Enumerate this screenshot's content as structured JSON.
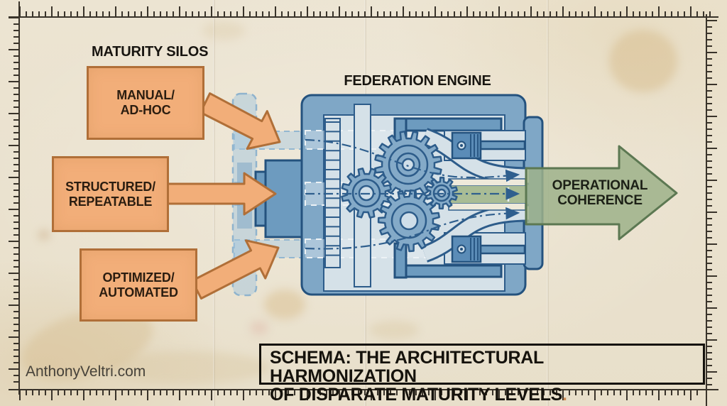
{
  "header": {
    "silos_heading": "MATURITY SILOS",
    "engine_label": "FEDERATION ENGINE"
  },
  "silos": [
    {
      "line1": "MANUAL/",
      "line2": "AD-HOC"
    },
    {
      "line1": "STRUCTURED/",
      "line2": "REPEATABLE"
    },
    {
      "line1": "OPTIMIZED/",
      "line2": "AUTOMATED"
    }
  ],
  "output": {
    "line1": "OPERATIONAL",
    "line2": "COHERENCE"
  },
  "title": {
    "line1": "SCHEMA: THE ARCHITECTURAL HARMONIZATION",
    "line2": "OF DISPARATE MATURITY LEVELS",
    "period": "."
  },
  "attribution": "AnthonyVeltri.com",
  "colors": {
    "paper": "#ebe3cf",
    "orange_fill": "#f2ae79",
    "orange_border": "#b06f38",
    "blue_fill": "#7fa7c6",
    "blue_border": "#24527e",
    "blue_light": "#d5e1e8",
    "green_fill": "#9db28a",
    "green_border": "#5c7852",
    "ink": "#15120c"
  }
}
